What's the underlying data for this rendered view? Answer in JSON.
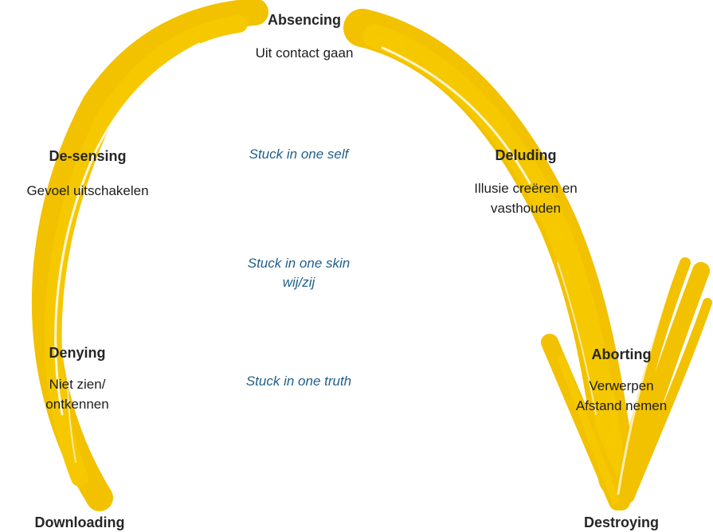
{
  "stages": {
    "absencing": {
      "title": "Absencing",
      "desc": "Uit contact gaan"
    },
    "desensing": {
      "title": "De-sensing",
      "desc": "Gevoel uitschakelen"
    },
    "denying": {
      "title": "Denying",
      "desc_line1": "Niet zien/",
      "desc_line2": "ontkennen"
    },
    "downloading": {
      "title": "Downloading"
    },
    "deluding": {
      "title": "Deluding",
      "desc_line1": "Illusie creëren en",
      "desc_line2": "vasthouden"
    },
    "aborting": {
      "title": "Aborting",
      "desc_line1": "Verwerpen",
      "desc_line2": "Afstand nemen"
    },
    "destroying": {
      "title": "Destroying"
    }
  },
  "stuck": {
    "self": "Stuck in one self",
    "skin_line1": "Stuck in one skin",
    "skin_line2": "wij/zij",
    "truth": "Stuck in one truth"
  },
  "colors": {
    "arc": "#f2c100",
    "arc_dark": "#d9a800",
    "stuck_text": "#1f5f8b",
    "stage_text": "#262626"
  }
}
